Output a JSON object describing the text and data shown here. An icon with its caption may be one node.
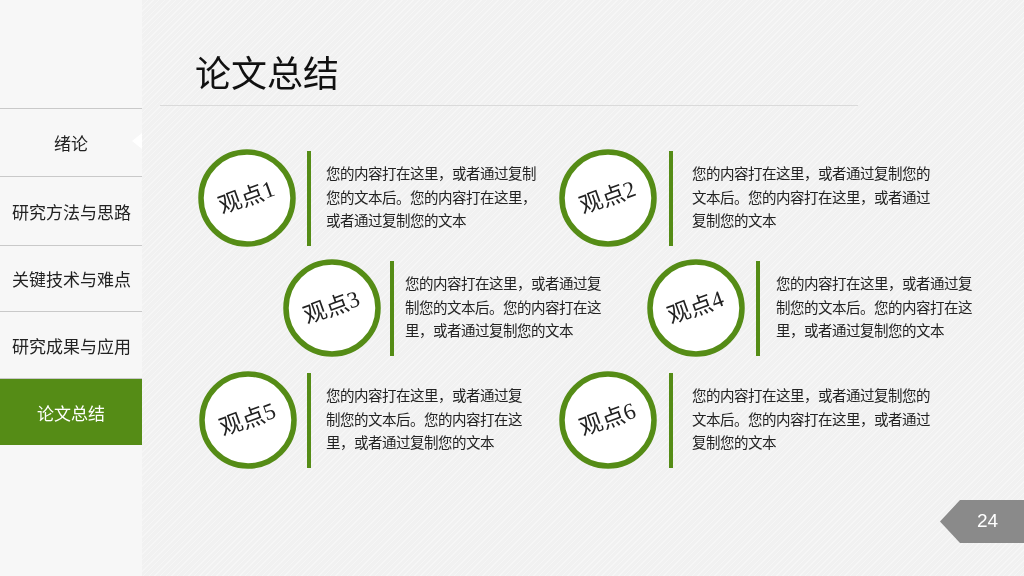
{
  "diagram": {
    "title": "论文总结",
    "nodes": [
      {
        "text": [
          "绪论"
        ]
      },
      {
        "text": [
          "研究方法与思路"
        ]
      },
      {
        "text": [
          "关键技术与难点"
        ]
      },
      {
        "text": [
          "研究成果与应用"
        ]
      },
      {
        "text": [
          "论文总结"
        ]
      },
      {
        "text": [
          "观点1"
        ],
        "beside": [
          "您的内容打在这里，或者通过复制您的文本后。您的内容打在这里，或者通过复制您的文本"
        ]
      },
      {
        "text": [
          "观点2"
        ],
        "beside": [
          "您的内容打在这里，或者通过复制您的文本后。您的内容打在这里，或者通过复制您的文本"
        ]
      },
      {
        "text": [
          "观点3"
        ],
        "beside": [
          "您的内容打在这里，或者通过复制您的文本后。您的内容打在这里，或者通过复制您的文本"
        ]
      },
      {
        "text": [
          "观点4"
        ],
        "beside": [
          "您的内容打在这里，或者通过复制您的文本后。您的内容打在这里，或者通过复制您的文本"
        ]
      },
      {
        "text": [
          "观点5"
        ],
        "beside": [
          "您的内容打在这里，或者通过复制您的文本后。您的内容打在这里，或者通过复制您的文本"
        ]
      },
      {
        "text": [
          "观点6"
        ],
        "beside": [
          "您的内容打在这里，或者通过复制您的文本后。您的内容打在这里，或者通过复制您的文本"
        ]
      },
      {
        "text": [
          "24"
        ]
      }
    ]
  }
}
